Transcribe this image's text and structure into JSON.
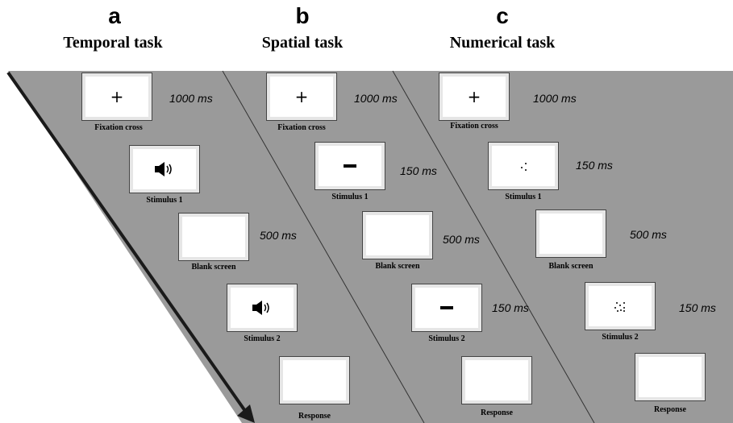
{
  "panels": [
    {
      "letter": "a",
      "title": "Temporal task",
      "steps": [
        {
          "caption": "Fixation cross",
          "duration": "1000 ms",
          "content": "plus",
          "symbol": "+"
        },
        {
          "caption": "Stimulus 1",
          "duration": "",
          "content": "speaker-icon"
        },
        {
          "caption": "Blank screen",
          "duration": "500 ms",
          "content": "blank"
        },
        {
          "caption": "Stimulus 2",
          "duration": "",
          "content": "speaker-icon"
        },
        {
          "caption": "Response",
          "duration": "",
          "content": "blank"
        }
      ]
    },
    {
      "letter": "b",
      "title": "Spatial task",
      "steps": [
        {
          "caption": "Fixation cross",
          "duration": "1000 ms",
          "content": "plus",
          "symbol": "+"
        },
        {
          "caption": "Stimulus 1",
          "duration": "150 ms",
          "content": "line"
        },
        {
          "caption": "Blank screen",
          "duration": "500 ms",
          "content": "blank"
        },
        {
          "caption": "Stimulus 2",
          "duration": "150 ms",
          "content": "line"
        },
        {
          "caption": "Response",
          "duration": "",
          "content": "blank"
        }
      ]
    },
    {
      "letter": "c",
      "title": "Numerical task",
      "steps": [
        {
          "caption": "Fixation cross",
          "duration": "1000 ms",
          "content": "plus",
          "symbol": "+"
        },
        {
          "caption": "Stimulus 1",
          "duration": "150 ms",
          "content": "dots",
          "dot_count": 3
        },
        {
          "caption": "Blank screen",
          "duration": "500 ms",
          "content": "blank"
        },
        {
          "caption": "Stimulus 2",
          "duration": "150 ms",
          "content": "dots",
          "dot_count": 8
        },
        {
          "caption": "Response",
          "duration": "",
          "content": "blank"
        }
      ]
    }
  ],
  "colors": {
    "band": "#9a9a9a",
    "divider": "#333333",
    "arrow": "#1a1a1a"
  }
}
